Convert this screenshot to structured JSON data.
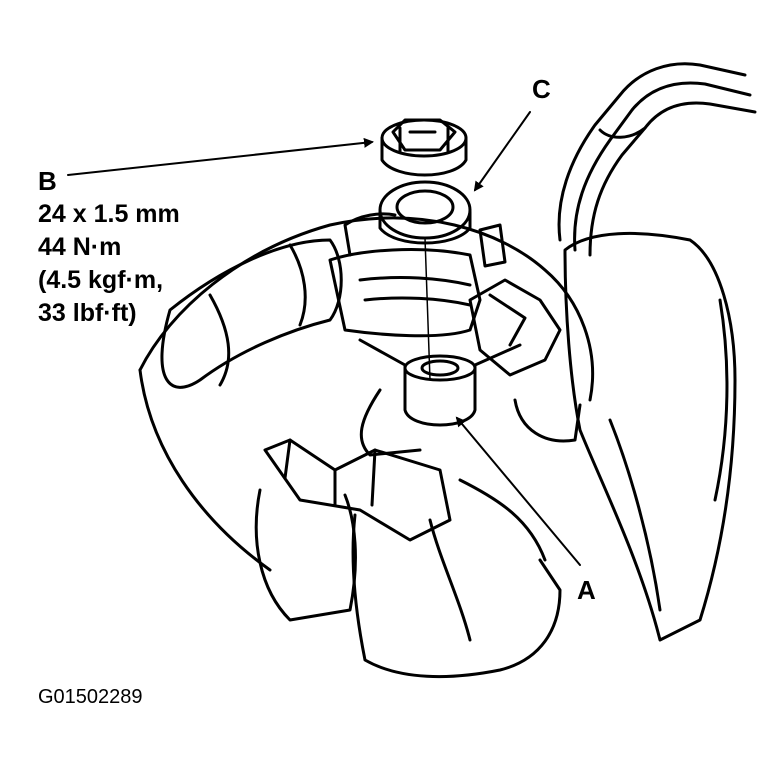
{
  "callouts": {
    "a": "A",
    "b": "B",
    "c": "C"
  },
  "spec": {
    "line1": "24 x 1.5 mm",
    "line2": "44 N·m",
    "line3": "(4.5 kgf·m,",
    "line4": "33 lbf·ft)"
  },
  "figure_id": "G01502289"
}
